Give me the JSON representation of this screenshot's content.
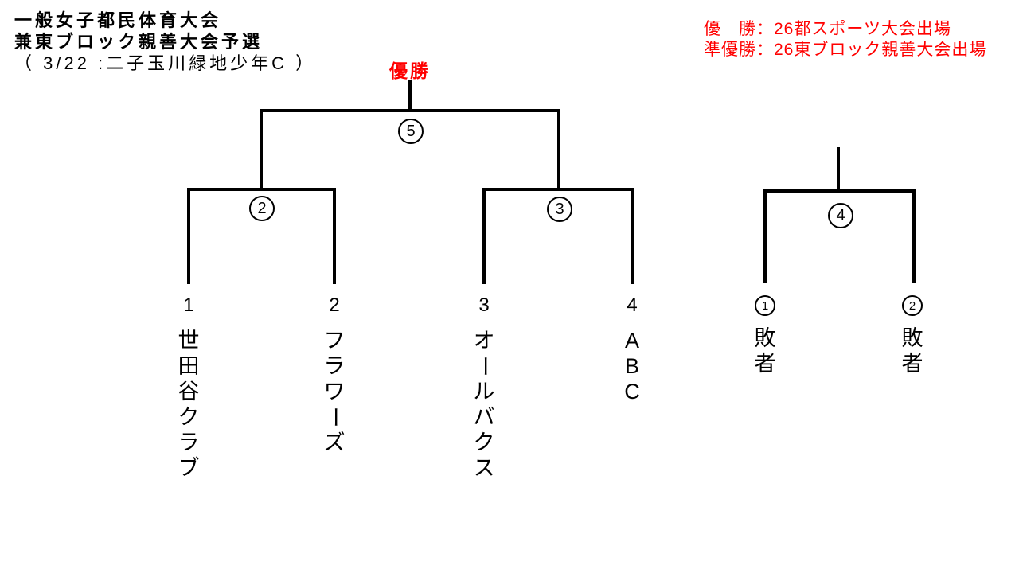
{
  "page": {
    "background": "#ffffff",
    "text_color": "#000000",
    "accent_red": "#ff0000",
    "line_color": "#000000"
  },
  "header": {
    "title_lines": [
      "一般女子都民体育大会",
      "兼東ブロック親善大会予選",
      "（ 3/22 :二子玉川緑地少年C ）"
    ],
    "qualification_notes": [
      "優　勝：26都スポーツ大会出場",
      "準優勝：26東ブロック親善大会出場"
    ]
  },
  "bracket": {
    "champion_label": "優勝",
    "match_numbers": {
      "final": "5",
      "semifinal_left": "2",
      "semifinal_right": "3",
      "consolation": "4"
    },
    "teams": [
      {
        "seed": "1",
        "name": "世田谷クラブ"
      },
      {
        "seed": "2",
        "name": "フラワーズ"
      },
      {
        "seed": "3",
        "name": "オールバクス"
      },
      {
        "seed": "4",
        "name": "ABC"
      }
    ],
    "consolation": {
      "entrants": [
        {
          "number": "1",
          "label": "敗者"
        },
        {
          "number": "2",
          "label": "敗者"
        }
      ]
    }
  }
}
